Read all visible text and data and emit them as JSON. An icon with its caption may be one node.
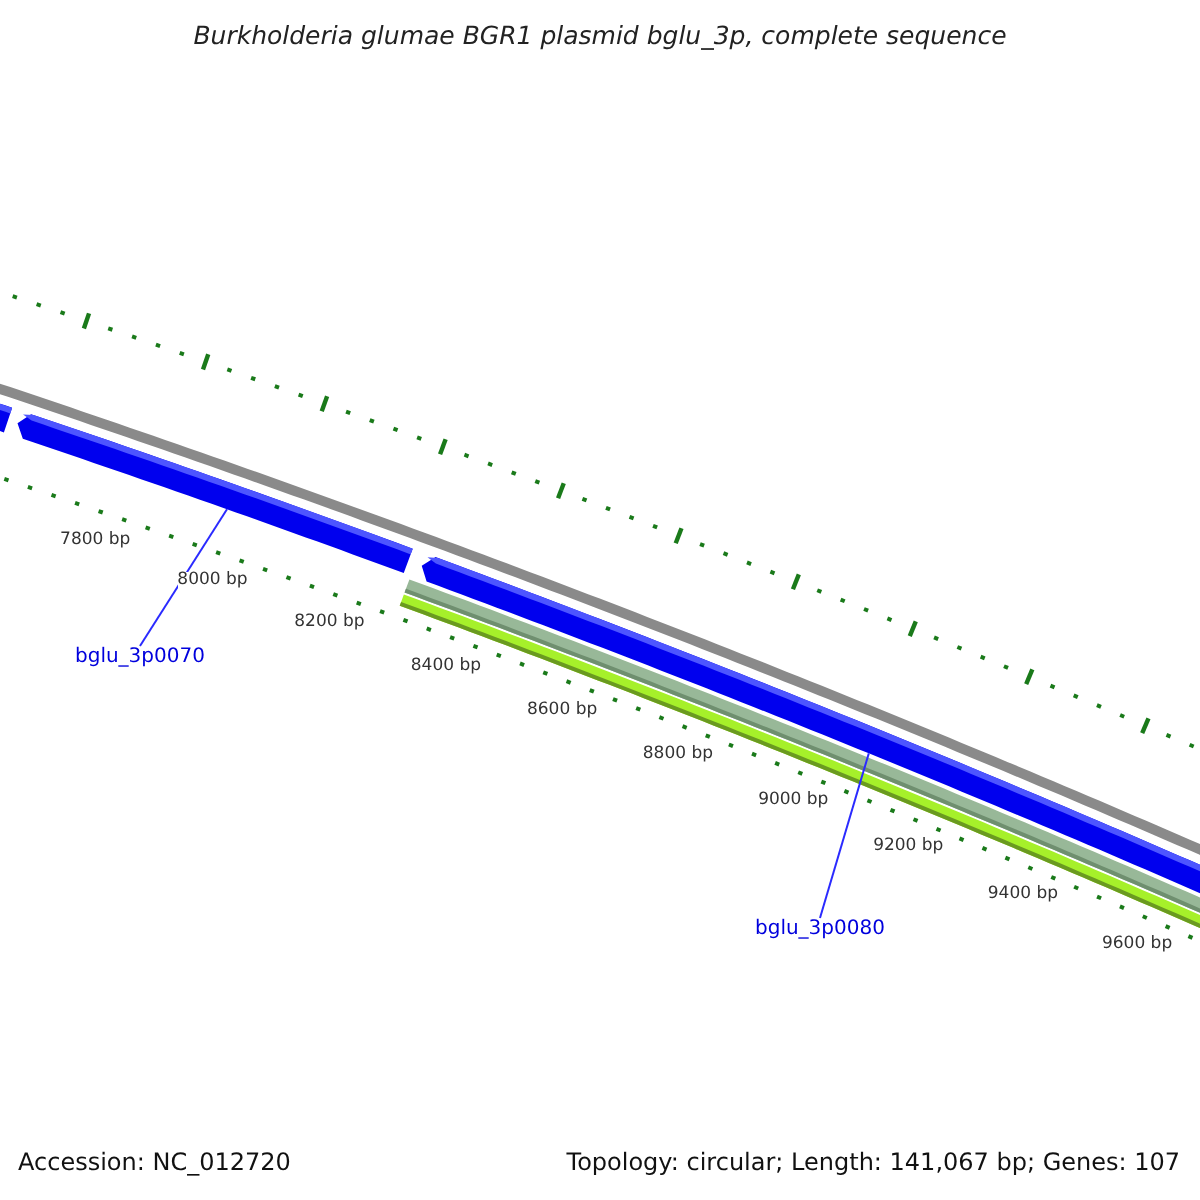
{
  "diagram": {
    "title": "Burkholderia glumae BGR1 plasmid bglu_3p, complete sequence",
    "nodes": [
      {
        "text": [
          "bglu_3p0070"
        ]
      },
      {
        "text": [
          "bglu_3p0080"
        ]
      },
      {
        "text": [],
        "shape": "bar"
      },
      {
        "text": [],
        "shape": "bar"
      },
      {
        "text": [],
        "shape": "bar"
      }
    ],
    "edges": [
      {
        "from": 0,
        "to": 3,
        "arrow": "none"
      },
      {
        "from": 1,
        "to": 4,
        "arrow": "none"
      }
    ],
    "labels": [
      "7800 bp",
      "8000 bp",
      "8200 bp",
      "8400 bp",
      "8600 bp",
      "8800 bp",
      "9000 bp",
      "9200 bp",
      "9400 bp",
      "9600 bp",
      "Accession: NC_012720",
      "Topology: circular; Length: 141,067 bp; Genes: 107"
    ]
  }
}
